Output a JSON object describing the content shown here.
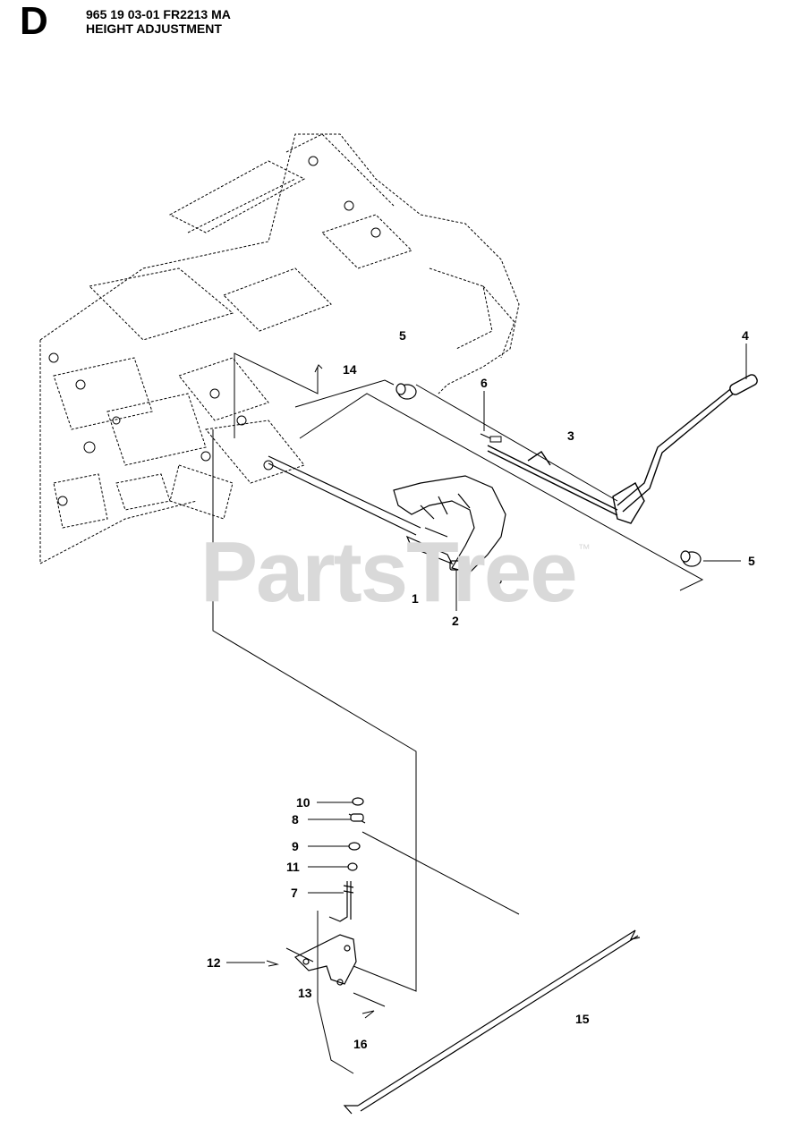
{
  "header": {
    "section_letter": "D",
    "doc_line": "965 19 03-01 FR2213 MA",
    "title": "HEIGHT ADJUSTMENT"
  },
  "watermark": {
    "text": "PartsTree",
    "tm": "™"
  },
  "callouts": [
    {
      "id": "c5a",
      "label": "5"
    },
    {
      "id": "c14",
      "label": "14"
    },
    {
      "id": "c6",
      "label": "6"
    },
    {
      "id": "c4",
      "label": "4"
    },
    {
      "id": "c3",
      "label": "3"
    },
    {
      "id": "c5b",
      "label": "5"
    },
    {
      "id": "c1",
      "label": "1"
    },
    {
      "id": "c2",
      "label": "2"
    },
    {
      "id": "c10",
      "label": "10"
    },
    {
      "id": "c8",
      "label": "8"
    },
    {
      "id": "c9",
      "label": "9"
    },
    {
      "id": "c11",
      "label": "11"
    },
    {
      "id": "c7",
      "label": "7"
    },
    {
      "id": "c12",
      "label": "12"
    },
    {
      "id": "c13",
      "label": "13"
    },
    {
      "id": "c15",
      "label": "15"
    },
    {
      "id": "c16",
      "label": "16"
    }
  ]
}
